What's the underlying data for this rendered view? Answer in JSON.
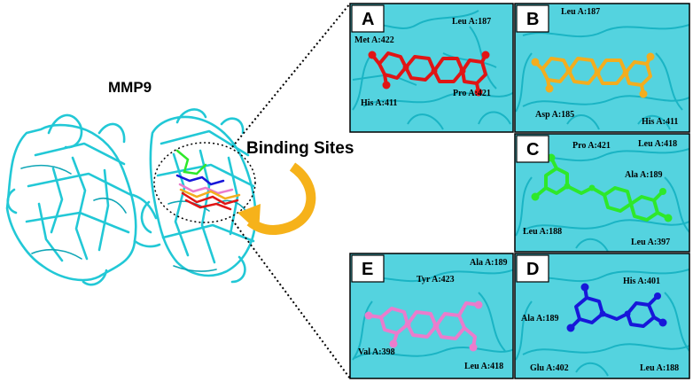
{
  "figure": {
    "protein_title": "MMP9",
    "binding_label": "Binding Sites"
  },
  "colors": {
    "protein": "#22c8d6",
    "protein_dark": "#0fa6b6",
    "panel_bg": "#54d3df",
    "arrow": "#f6b21a",
    "ligand_A": "#e01515",
    "ligand_B": "#f3ad1e",
    "ligand_C": "#2ee82a",
    "ligand_D": "#1717d9",
    "ligand_E": "#ea7ccc"
  },
  "panels": [
    {
      "letter": "A",
      "residues": [
        "Leu A:187",
        "Met A:422",
        "His A:411",
        "Pro A:421"
      ]
    },
    {
      "letter": "B",
      "residues": [
        "Leu A:187",
        "Asp A:185",
        "His A:411"
      ]
    },
    {
      "letter": "C",
      "residues": [
        "Pro A:421",
        "Leu A:418",
        "Ala A:189",
        "Leu A:188",
        "Leu A:397"
      ]
    },
    {
      "letter": "D",
      "residues": [
        "His A:401",
        "Ala A:189",
        "Glu A:402",
        "Leu A:188"
      ]
    },
    {
      "letter": "E",
      "residues": [
        "Ala A:189",
        "Tyr A:423",
        "Val A:398",
        "Leu A:418"
      ]
    }
  ]
}
